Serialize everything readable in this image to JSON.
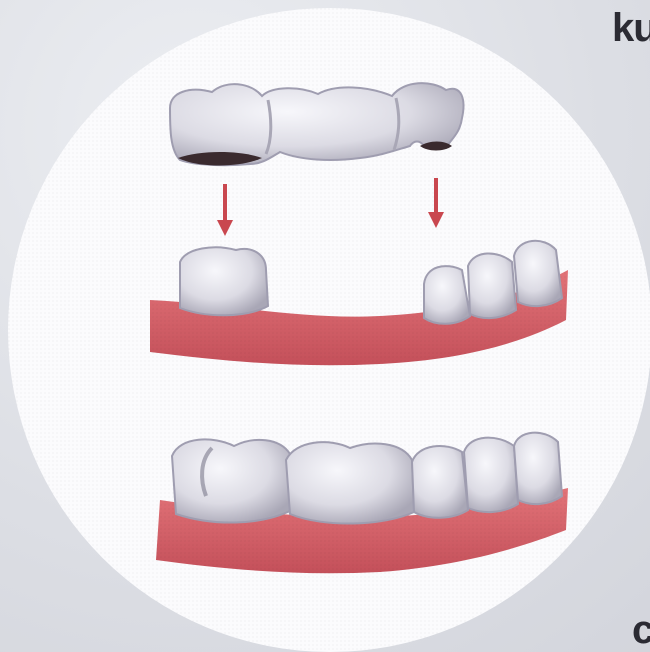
{
  "page": {
    "top_right_text": "ku",
    "bottom_right_text": "c"
  },
  "illustration": {
    "icon": "dental-bridge-illustration",
    "colors": {
      "circle": "#fbfbfd",
      "gum": "#d9656b",
      "gum_dark": "#b8434c",
      "tooth": "#ecebf1",
      "tooth_shadow": "#a9a7b6",
      "arrow": "#c9474f"
    }
  }
}
